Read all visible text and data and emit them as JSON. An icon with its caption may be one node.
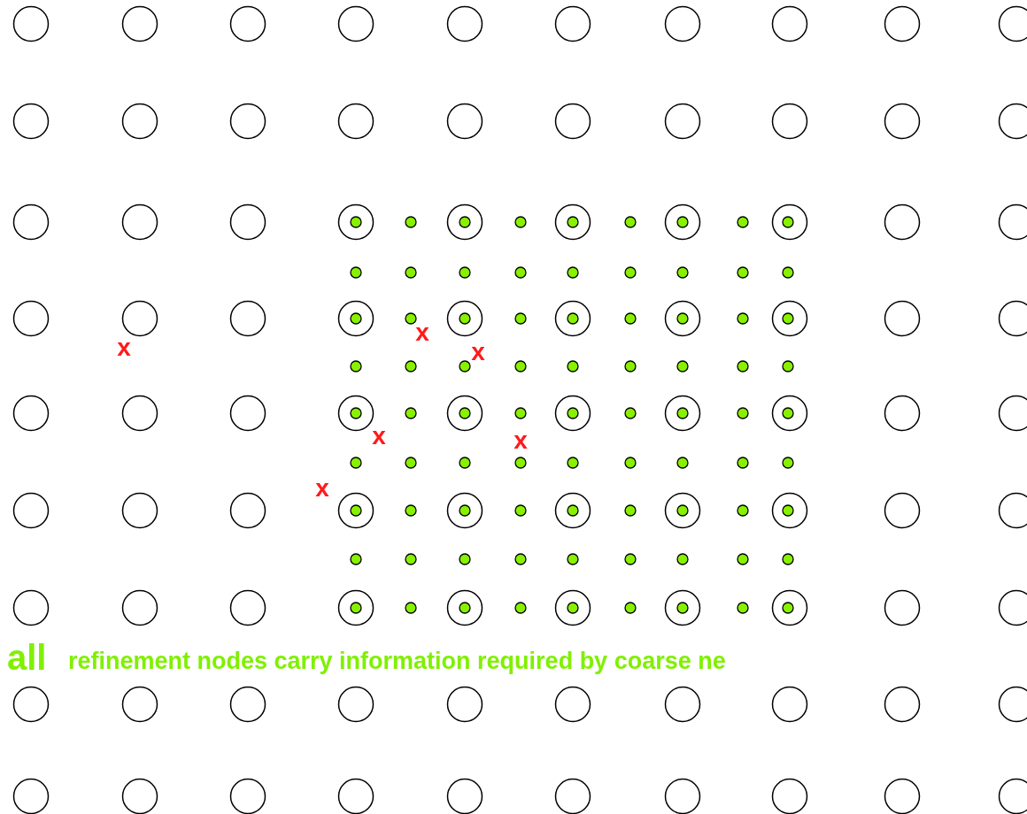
{
  "diagram": {
    "labels": [
      "x",
      "x",
      "x",
      "x",
      "x",
      "x",
      "all",
      "refinement nodes carry information required by coarse ne"
    ]
  }
}
